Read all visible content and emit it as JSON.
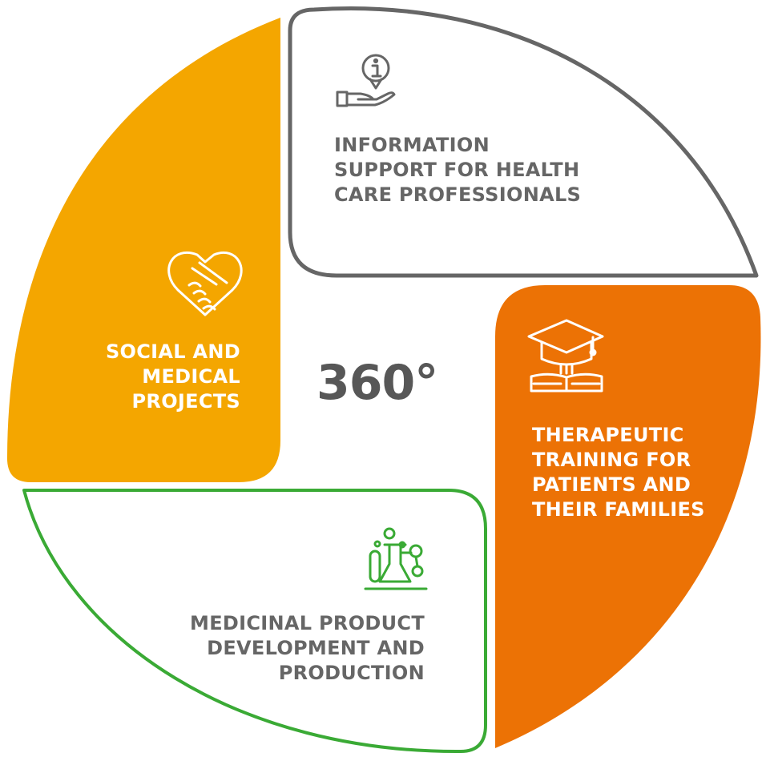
{
  "center": {
    "text": "360°"
  },
  "segments": {
    "information": {
      "lines": [
        "INFORMATION",
        "SUPPORT FOR HEALTH",
        "CARE PROFESSIONALS"
      ],
      "color": "#666666",
      "icon": "info-hand-icon"
    },
    "social": {
      "lines": [
        "SOCIAL AND",
        "MEDICAL",
        "PROJECTS"
      ],
      "color": "#F4A600",
      "icon": "handshake-heart-icon"
    },
    "therapeutic": {
      "lines": [
        "THERAPEUTIC",
        "TRAINING FOR",
        "PATIENTS AND",
        "THEIR FAMILIES"
      ],
      "color": "#EC7205",
      "icon": "graduation-book-icon"
    },
    "medicinal": {
      "lines": [
        "MEDICINAL PRODUCT",
        "DEVELOPMENT AND",
        "PRODUCTION"
      ],
      "color": "#3AAA35",
      "icon": "lab-flask-icon"
    }
  },
  "colors": {
    "text_dark": "#666666",
    "text_light": "#FFFFFF",
    "center_text": "#575757"
  }
}
